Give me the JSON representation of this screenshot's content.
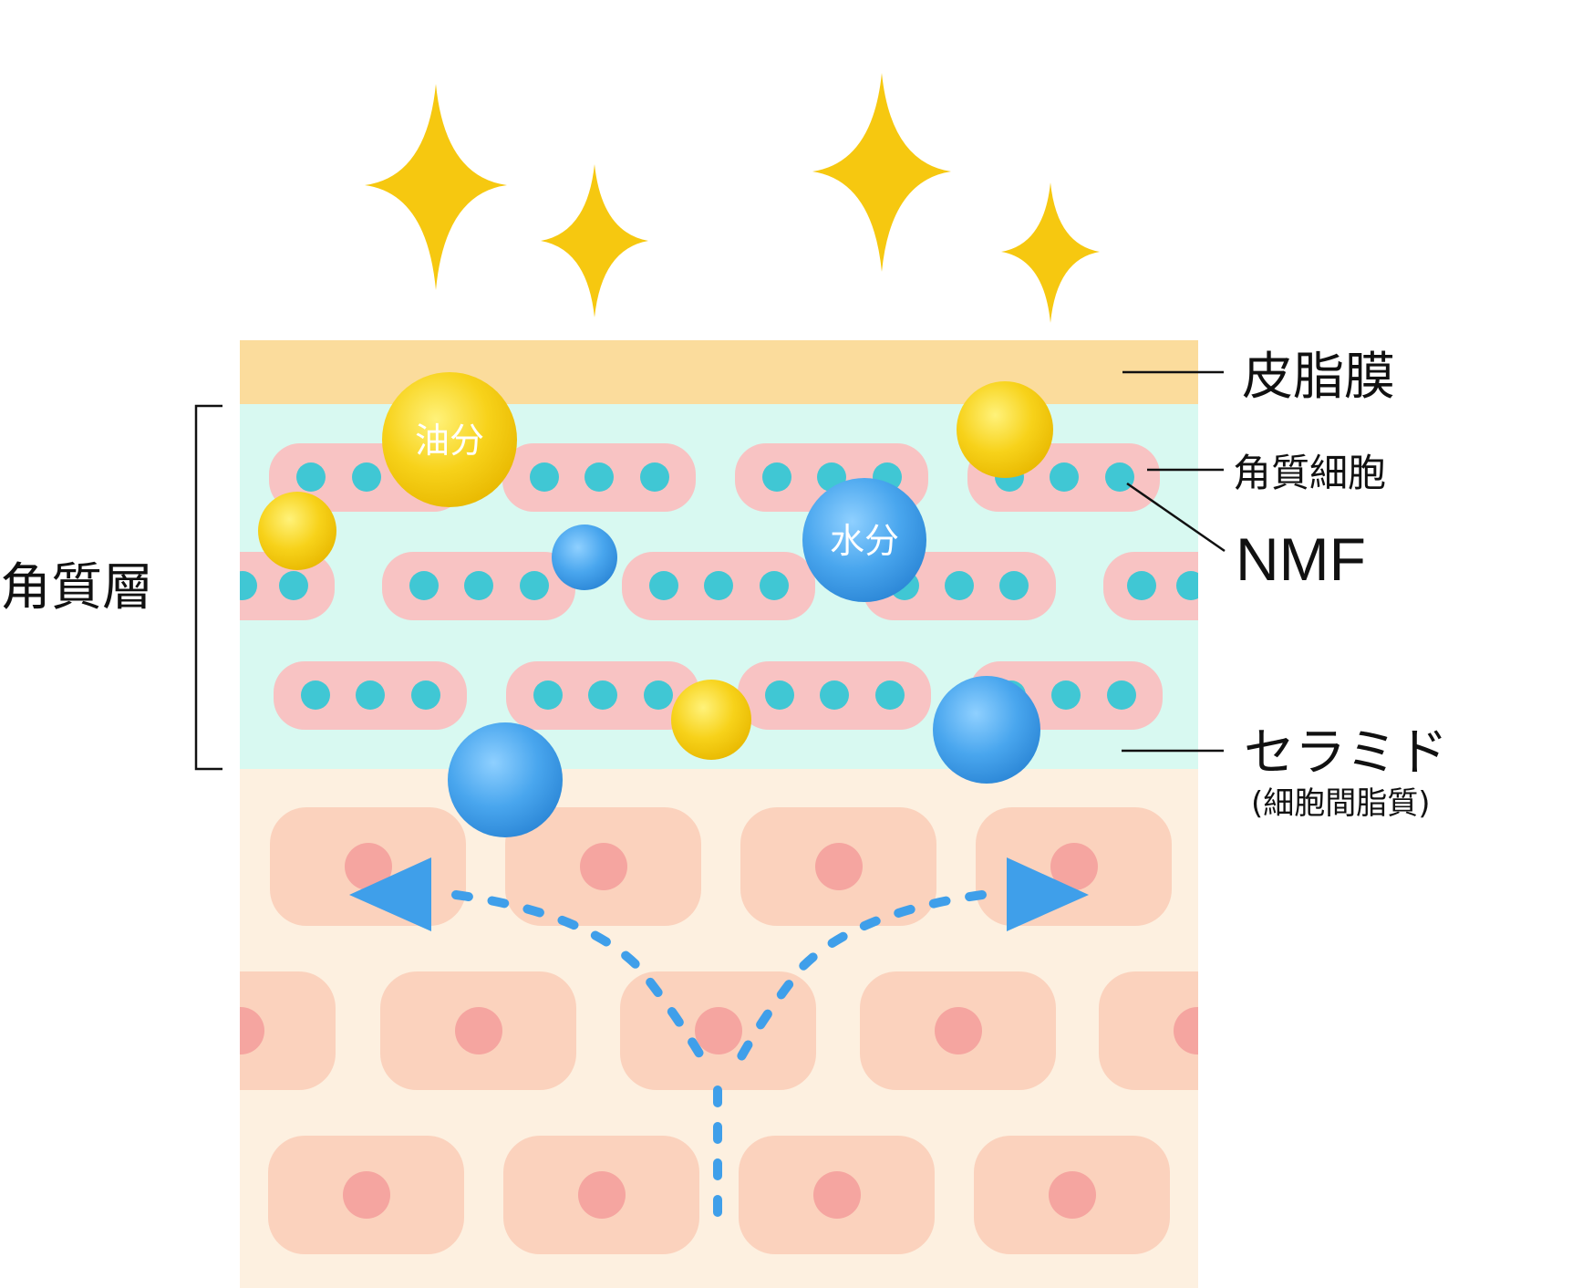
{
  "labels": {
    "sebum_film": "皮脂膜",
    "corneocyte": "角質細胞",
    "nmf": "NMF",
    "ceramide": "セラミド",
    "ceramide_sub": "(細胞間脂質)",
    "stratum_corneum": "角質層"
  },
  "bubbles": {
    "oil": "油分",
    "water": "水分"
  },
  "colors": {
    "sebum_film": "#fbdc9c",
    "stratum_corneum_bg": "#d8f9f1",
    "epidermis_bg": "#fdf0e0",
    "corneocyte": "#f8c3c3",
    "nmf_dot": "#40c7d4",
    "cell": "#fbd2bd",
    "nucleus": "#f5a5a0",
    "sparkle": "#f6c810",
    "oil": "#f7cf0e",
    "water": "#3f9fea",
    "arrow": "#3f9fea"
  }
}
